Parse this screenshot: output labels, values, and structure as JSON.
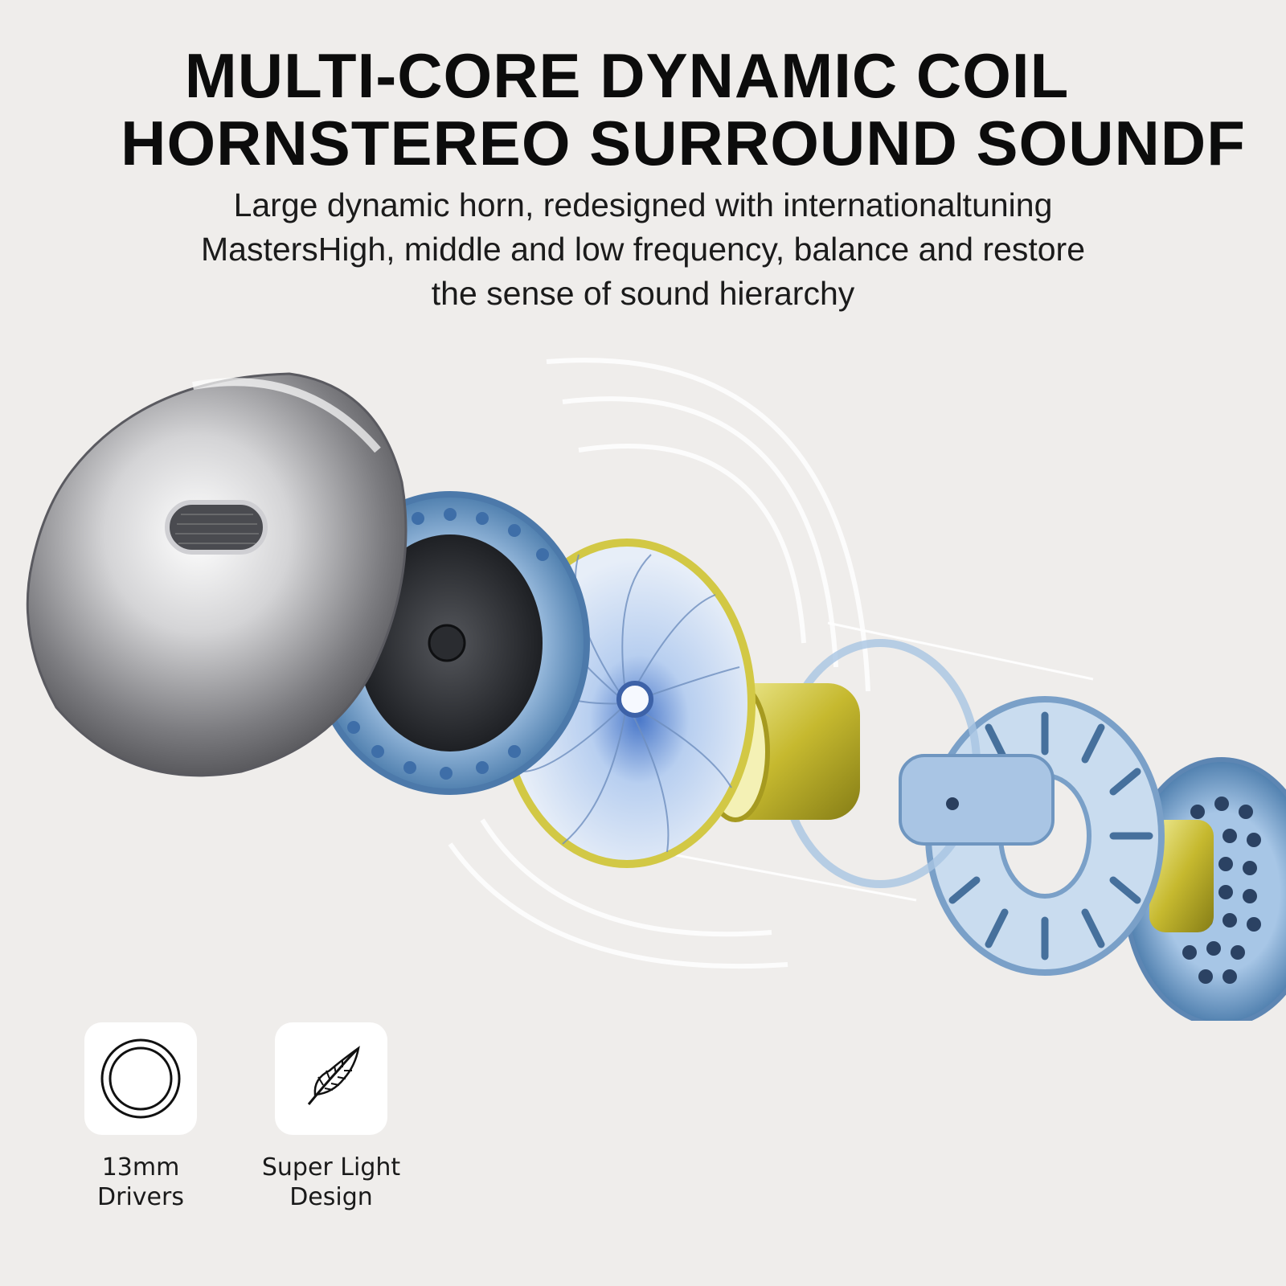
{
  "headline": {
    "line1": "MULTI-CORE DYNAMIC COIL",
    "line2": "HORNSTEREO SURROUND SOUNDF"
  },
  "subtitle": {
    "line1": "Large dynamic horn, redesigned with internationaltuning",
    "line2": "MastersHigh, middle and low frequency, balance and restore",
    "line3": "the sense of sound hierarchy"
  },
  "features": [
    {
      "icon": "concentric-circles-icon",
      "line1": "13mm",
      "line2": "Drivers"
    },
    {
      "icon": "feather-icon",
      "line1": "Super Light",
      "line2": "Design"
    }
  ],
  "colors": {
    "background": "#efedeb",
    "metal_blue": "#8fb4da",
    "gold": "#c9c23a",
    "chrome": "#9a9a9a"
  }
}
